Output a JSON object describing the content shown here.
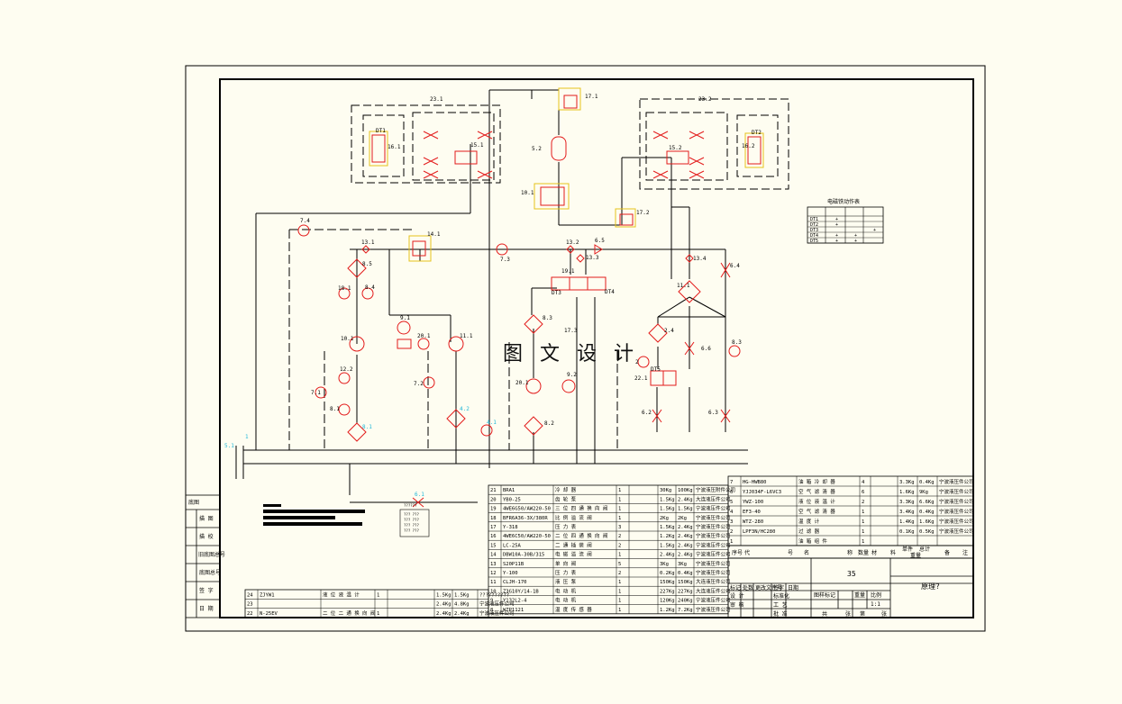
{
  "watermark": "图 文 设 计",
  "drawing_title": "原理?",
  "drawing_number": "35",
  "scale": "1:1",
  "components": {
    "l1": "23.1",
    "l2": "23.2",
    "l3": "DT1",
    "l4": "DT2",
    "l5": "16.1",
    "l6": "16.2",
    "l7": "15.1",
    "l8": "15.2",
    "l9": "17.1",
    "l10": "5.2",
    "l11": "10.1",
    "l12": "17.2",
    "l13": "7.4",
    "l14": "14.1",
    "l15": "13.1",
    "l16": "7.3",
    "l17": "13.2",
    "l18": "6.5",
    "l19": "13.3",
    "l20": "13.4",
    "l21": "6.4",
    "l22": "19.1",
    "l23": "DT3",
    "l24": "DT4",
    "l25": "8.5",
    "l26": "18.1",
    "l27": "8.4",
    "l28": "8.3",
    "l29": "17.3",
    "l30": "9.1",
    "l31": "10.1",
    "l32": "20.1",
    "l33": "11.1",
    "l34": "2.4",
    "l35": "6.6",
    "l36": "8.3",
    "l37": "12.2",
    "l38": "7.2",
    "l39": "7.1",
    "l40": "8.1",
    "l41": "9.2",
    "l42": "20.1",
    "l43": "8.2",
    "l44": "8.1",
    "l45": "4.2",
    "l46": "4.1",
    "l47": "DT5",
    "l48": "22.1",
    "l49": "6.2",
    "l50": "6.3",
    "l51": "2",
    "l52": "6.1",
    "l53": "11.1",
    "l54": "5.1",
    "l55": "1"
  },
  "solenoid_table": {
    "title": "电磁铁动作表",
    "rows": [
      "DT1",
      "DT2",
      "DT3",
      "DT4",
      "DT5"
    ],
    "marks": [
      [
        "+",
        "",
        ""
      ],
      [
        "+",
        "",
        ""
      ],
      [
        "",
        "",
        "+"
      ],
      [
        "+",
        "+",
        ""
      ],
      [
        "+",
        "+",
        ""
      ]
    ]
  },
  "bom_left": [
    [
      "21",
      "BRA1",
      "冷 却 器",
      "1",
      "",
      "30Kg",
      "100Kg",
      "宁波液压附件公司"
    ],
    [
      "20",
      "YB0-25",
      "齿 轮 泵",
      "1",
      "",
      "1.5Kg",
      "2.4Kg",
      "大连液压件公司"
    ],
    [
      "19",
      "4WE6G50/AW220-50",
      "三 位 四 通 换 向 阀",
      "1",
      "",
      "1.5Kg",
      "1.5Kg",
      "宁波液压件公司"
    ],
    [
      "18",
      "BFR6A36-3X/380R",
      "比 例 溢 流 阀",
      "1",
      "",
      "2Kg",
      "2Kg",
      "宁波液压件公司"
    ],
    [
      "17",
      "Y-318",
      "压 力 表",
      "3",
      "",
      "1.5Kg",
      "2.4Kg",
      "宁波液压件公司"
    ],
    [
      "16",
      "4WE6C50/AW220-50",
      "二 位 四 通 换 向 阀",
      "2",
      "",
      "1.2Kg",
      "2.4Kg",
      "宁波液压件公司"
    ],
    [
      "15",
      "LC-25A",
      "二 通 插 装 阀",
      "2",
      "",
      "1.5Kg",
      "2.4Kg",
      "宁波液压件公司"
    ],
    [
      "14",
      "DBW10A-30B/315",
      "电 磁 溢 流 阀",
      "1",
      "",
      "2.4Kg",
      "2.4Kg",
      "宁波液压件公司"
    ],
    [
      "13",
      "S20P11B",
      "单 向 阀",
      "5",
      "",
      "3Kg",
      "3Kg",
      "宁波液压件公司"
    ],
    [
      "12",
      "Y-100",
      "压 力 表",
      "2",
      "",
      "0.2Kg",
      "0.4Kg",
      "宁波液压件公司"
    ],
    [
      "11",
      "CLJH-170",
      "液 压 泵",
      "1",
      "",
      "150Kg",
      "150Kg",
      "大连液压件公司"
    ],
    [
      "10",
      "Z3G10Y/14-1B",
      "电 动 机",
      "1",
      "",
      "227Kg",
      "227Kg",
      "大连液压件公司"
    ],
    [
      "9",
      "Y132L2-4",
      "电 动 机",
      "1",
      "",
      "120Kg",
      "240Kg",
      "宁波液压件公司"
    ],
    [
      "8",
      "WZP1121",
      "温 度 传 感 器",
      "1",
      "",
      "1.2Kg",
      "7.2Kg",
      "宁波液压件公司"
    ]
  ],
  "bom_bottom": [
    [
      "24",
      "ZJYW1",
      "液 位 液 温 计",
      "1",
      "",
      "1.5Kg",
      "1.5Kg",
      "??????????"
    ],
    [
      "23",
      "",
      "",
      "",
      "",
      "2.4Kg",
      "4.8Kg",
      "宁波液压件公司"
    ],
    [
      "22",
      "N-25EV",
      "二 位 二 通 换 向 阀",
      "1",
      "",
      "2.4Kg",
      "2.4Kg",
      "宁波液压件公司"
    ]
  ],
  "bom_right": [
    [
      "7",
      "HG-HWB80",
      "油 箱 冷 却 器",
      "4",
      "",
      "3.3Kg",
      "0.4Kg",
      "宁波液压件公司"
    ],
    [
      "6",
      "YJJ034F-L6VC3",
      "空 气 滤 清 器",
      "6",
      "",
      "1.6Kg",
      "9Kg",
      "宁波液压件公司"
    ],
    [
      "5",
      "YWZ-100",
      "液 位 液 温 计",
      "2",
      "",
      "3.3Kg",
      "6.6Kg",
      "宁波液压件公司"
    ],
    [
      "4",
      "EF3-40",
      "空 气 滤 清 器",
      "1",
      "",
      "3.4Kg",
      "0.4Kg",
      "宁波液压件公司"
    ],
    [
      "3",
      "WTZ-280",
      "温 度 计",
      "1",
      "",
      "1.4Kg",
      "1.6Kg",
      "宁波液压件公司"
    ],
    [
      "2",
      "LPF3N/HC280",
      "过 滤 器",
      "1",
      "",
      "0.1Kg",
      "0.5Kg",
      "宁波液压件公司"
    ],
    [
      "1",
      "",
      "油 箱 组 件",
      "1",
      "",
      "",
      "",
      ""
    ]
  ],
  "bom_header": {
    "h1": "序号",
    "h2": "代",
    "h3": "号",
    "h4": "名",
    "h5": "称",
    "h6": "数量",
    "h7": "材",
    "h8": "料",
    "h9": "单件",
    "h10": "总计",
    "h11": "重量",
    "h12": "备",
    "h13": "注"
  },
  "title_block": {
    "t1": "标记",
    "t2": "处数",
    "t3": "更改文件号",
    "t4": "签字",
    "t5": "日期",
    "t6": "设 计",
    "t7": "标准化",
    "t8": "审 核",
    "t9": "工 艺",
    "t10": "批 准",
    "t11": "图样标记",
    "t12": "重量",
    "t13": "比例",
    "t14": "共",
    "t15": "张",
    "t16": "第",
    "t17": "张"
  },
  "left_strip": {
    "s1": "底图",
    "s2": "描 图",
    "s3": "描 校",
    "s4": "旧底图总号",
    "s5": "底图总号",
    "s6": "签 字",
    "s7": "日 期"
  },
  "legend_small": {
    "title": "??????",
    "lines": [
      "??? ???",
      "??? ???",
      "??? ???",
      "??? ???"
    ]
  }
}
